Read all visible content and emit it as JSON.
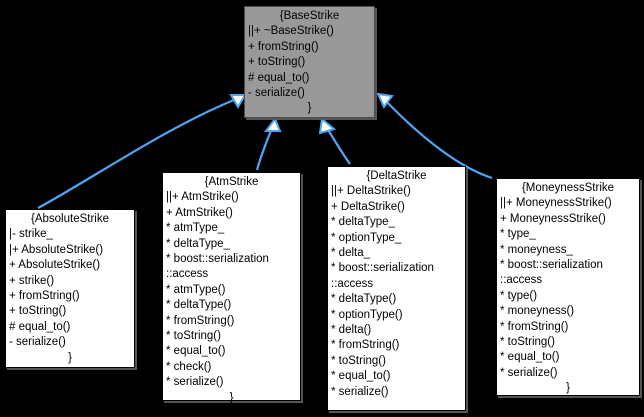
{
  "diagram": {
    "type": "uml-class-inheritance",
    "title": "BaseStrike class hierarchy",
    "background_color": "#000000",
    "edge_color": "#4ea6f5",
    "base_fill": "#999999",
    "derived_fill": "#ffffff",
    "edge_style": "curved-open-triangle-inheritance"
  },
  "classes": [
    {
      "id": "base-strike",
      "name": "BaseStrike",
      "kind": "base",
      "lines": [
        {
          "text": "{BaseStrike",
          "align": "center"
        },
        {
          "text": "||+ ~BaseStrike()",
          "align": "left"
        },
        {
          "text": "+ fromString()",
          "align": "left"
        },
        {
          "text": "+ toString()",
          "align": "left"
        },
        {
          "text": "# equal_to()",
          "align": "left"
        },
        {
          "text": "- serialize()",
          "align": "left"
        },
        {
          "text": "}",
          "align": "center"
        }
      ]
    },
    {
      "id": "absolute-strike",
      "name": "AbsoluteStrike",
      "kind": "derived",
      "lines": [
        {
          "text": "{AbsoluteStrike",
          "align": "center"
        },
        {
          "text": "|- strike_",
          "align": "left"
        },
        {
          "text": "|+ AbsoluteStrike()",
          "align": "left"
        },
        {
          "text": "+ AbsoluteStrike()",
          "align": "left"
        },
        {
          "text": "+ strike()",
          "align": "left"
        },
        {
          "text": "+ fromString()",
          "align": "left"
        },
        {
          "text": "+ toString()",
          "align": "left"
        },
        {
          "text": "# equal_to()",
          "align": "left"
        },
        {
          "text": "- serialize()",
          "align": "left"
        },
        {
          "text": "}",
          "align": "center"
        }
      ]
    },
    {
      "id": "atm-strike",
      "name": "AtmStrike",
      "kind": "derived",
      "lines": [
        {
          "text": "{AtmStrike",
          "align": "center"
        },
        {
          "text": "||+ AtmStrike()",
          "align": "left"
        },
        {
          "text": "+ AtmStrike()",
          "align": "left"
        },
        {
          "text": "* atmType_",
          "align": "left"
        },
        {
          "text": "* deltaType_",
          "align": "left"
        },
        {
          "text": "* boost::serialization",
          "align": "left"
        },
        {
          "text": "::access",
          "align": "left"
        },
        {
          "text": "* atmType()",
          "align": "left"
        },
        {
          "text": "* deltaType()",
          "align": "left"
        },
        {
          "text": "* fromString()",
          "align": "left"
        },
        {
          "text": "* toString()",
          "align": "left"
        },
        {
          "text": "* equal_to()",
          "align": "left"
        },
        {
          "text": "* check()",
          "align": "left"
        },
        {
          "text": "* serialize()",
          "align": "left"
        },
        {
          "text": "}",
          "align": "center"
        }
      ]
    },
    {
      "id": "delta-strike",
      "name": "DeltaStrike",
      "kind": "derived",
      "lines": [
        {
          "text": "{DeltaStrike",
          "align": "center"
        },
        {
          "text": "||+ DeltaStrike()",
          "align": "left"
        },
        {
          "text": "+ DeltaStrike()",
          "align": "left"
        },
        {
          "text": "* deltaType_",
          "align": "left"
        },
        {
          "text": "* optionType_",
          "align": "left"
        },
        {
          "text": "* delta_",
          "align": "left"
        },
        {
          "text": "* boost::serialization",
          "align": "left"
        },
        {
          "text": "::access",
          "align": "left"
        },
        {
          "text": "* deltaType()",
          "align": "left"
        },
        {
          "text": "* optionType()",
          "align": "left"
        },
        {
          "text": "* delta()",
          "align": "left"
        },
        {
          "text": "* fromString()",
          "align": "left"
        },
        {
          "text": "* toString()",
          "align": "left"
        },
        {
          "text": "* equal_to()",
          "align": "left"
        },
        {
          "text": "* serialize()",
          "align": "left"
        },
        {
          "text": "}",
          "align": "center"
        }
      ]
    },
    {
      "id": "moneyness-strike",
      "name": "MoneynessStrike",
      "kind": "derived",
      "lines": [
        {
          "text": "{MoneynessStrike",
          "align": "center"
        },
        {
          "text": "||+ MoneynessStrike()",
          "align": "left"
        },
        {
          "text": "+ MoneynessStrike()",
          "align": "left"
        },
        {
          "text": "* type_",
          "align": "left"
        },
        {
          "text": "* moneyness_",
          "align": "left"
        },
        {
          "text": "* boost::serialization",
          "align": "left"
        },
        {
          "text": "::access",
          "align": "left"
        },
        {
          "text": "* type()",
          "align": "left"
        },
        {
          "text": "* moneyness()",
          "align": "left"
        },
        {
          "text": "* fromString()",
          "align": "left"
        },
        {
          "text": "* toString()",
          "align": "left"
        },
        {
          "text": "* equal_to()",
          "align": "left"
        },
        {
          "text": "* serialize()",
          "align": "left"
        },
        {
          "text": "}",
          "align": "center"
        }
      ]
    }
  ],
  "edges": [
    {
      "from": "absolute-strike",
      "to": "base-strike",
      "relation": "inheritance"
    },
    {
      "from": "atm-strike",
      "to": "base-strike",
      "relation": "inheritance"
    },
    {
      "from": "delta-strike",
      "to": "base-strike",
      "relation": "inheritance"
    },
    {
      "from": "moneyness-strike",
      "to": "base-strike",
      "relation": "inheritance"
    }
  ]
}
